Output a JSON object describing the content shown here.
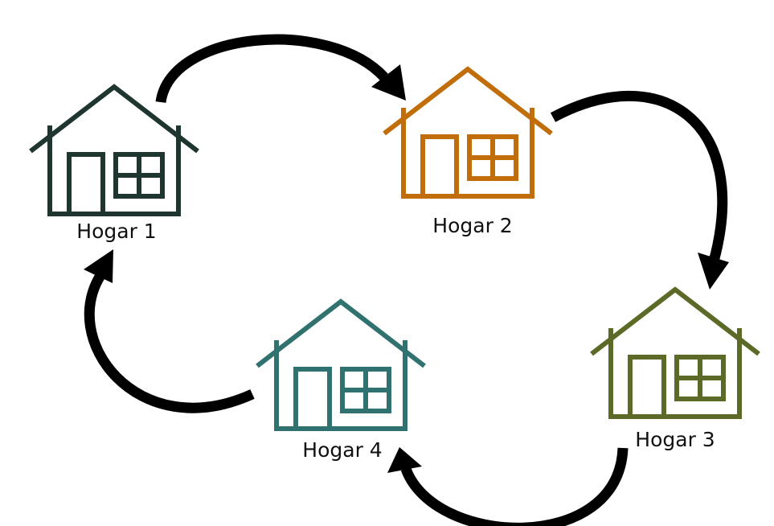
{
  "diagram": {
    "homes": [
      {
        "label": "Hogar 1",
        "color": "#1f3530",
        "icon": "house-icon"
      },
      {
        "label": "Hogar 2",
        "color": "#c06d0a",
        "icon": "house-icon"
      },
      {
        "label": "Hogar 3",
        "color": "#5b6b27",
        "icon": "house-icon"
      },
      {
        "label": "Hogar 4",
        "color": "#2f7270",
        "icon": "house-icon"
      }
    ],
    "arrow_color": "#000000",
    "cycle": [
      "Hogar 1",
      "Hogar 2",
      "Hogar 3",
      "Hogar 4",
      "Hogar 1"
    ]
  }
}
